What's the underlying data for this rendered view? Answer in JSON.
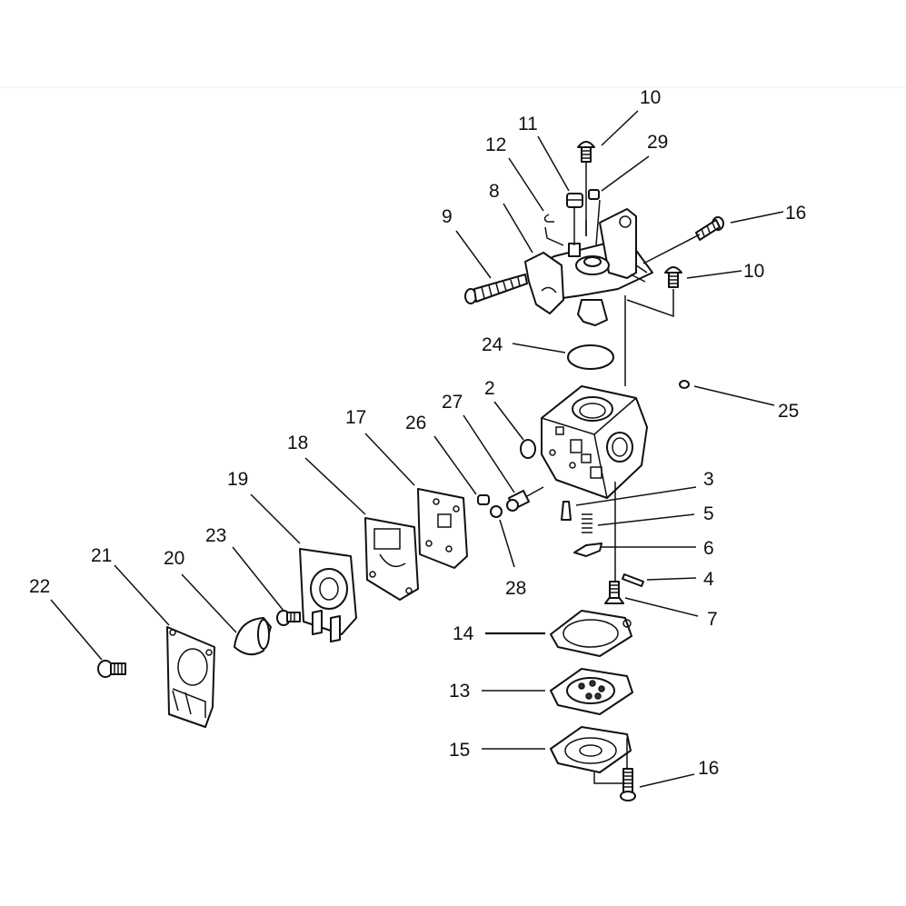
{
  "diagram": {
    "callouts": [
      {
        "id": "c10a",
        "label": "10"
      },
      {
        "id": "c11",
        "label": "11"
      },
      {
        "id": "c29",
        "label": "29"
      },
      {
        "id": "c12",
        "label": "12"
      },
      {
        "id": "c8",
        "label": "8"
      },
      {
        "id": "c9",
        "label": "9"
      },
      {
        "id": "c16a",
        "label": "16"
      },
      {
        "id": "c10b",
        "label": "10"
      },
      {
        "id": "c24",
        "label": "24"
      },
      {
        "id": "c25",
        "label": "25"
      },
      {
        "id": "c2",
        "label": "2"
      },
      {
        "id": "c27",
        "label": "27"
      },
      {
        "id": "c26",
        "label": "26"
      },
      {
        "id": "c17",
        "label": "17"
      },
      {
        "id": "c18",
        "label": "18"
      },
      {
        "id": "c19",
        "label": "19"
      },
      {
        "id": "c23",
        "label": "23"
      },
      {
        "id": "c20",
        "label": "20"
      },
      {
        "id": "c21",
        "label": "21"
      },
      {
        "id": "c22",
        "label": "22"
      },
      {
        "id": "c28",
        "label": "28"
      },
      {
        "id": "c3",
        "label": "3"
      },
      {
        "id": "c5",
        "label": "5"
      },
      {
        "id": "c6",
        "label": "6"
      },
      {
        "id": "c4",
        "label": "4"
      },
      {
        "id": "c7",
        "label": "7"
      },
      {
        "id": "c14",
        "label": "14"
      },
      {
        "id": "c13",
        "label": "13"
      },
      {
        "id": "c15",
        "label": "15"
      },
      {
        "id": "c16b",
        "label": "16"
      }
    ]
  }
}
